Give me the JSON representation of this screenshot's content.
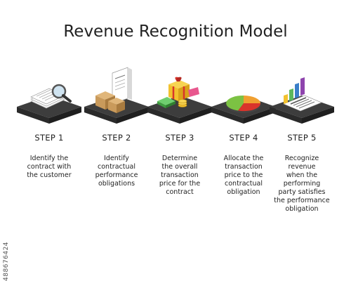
{
  "title": "Revenue Recognition Model",
  "steps": [
    {
      "label": "STEP 1",
      "description": "Identify the\ncontract with\nthe customer",
      "icon": "contract-magnifier-icon"
    },
    {
      "label": "STEP 2",
      "description": "Identify\ncontractual\nperformance\nobligations",
      "icon": "boxes-document-icon"
    },
    {
      "label": "STEP 3",
      "description": "Determine\nthe overall\ntransaction\nprice for the\ncontract",
      "icon": "gift-money-icon"
    },
    {
      "label": "STEP 4",
      "description": "Allocate the\ntransaction\nprice to the\ncontractual\nobligation",
      "icon": "pie-chart-icon"
    },
    {
      "label": "STEP 5",
      "description": "Recognize\nrevenue\nwhen the\nperforming\nparty satisfies\nthe performance\nobligation",
      "icon": "bar-chart-report-icon"
    }
  ],
  "colors": {
    "platform_top": "#3d3d3d",
    "platform_side": "#1f1f1f",
    "pie_green": "#7cc243",
    "pie_orange": "#f0a030",
    "pie_red": "#d9342b",
    "bar_blue": "#3a7ec8",
    "bar_green": "#5cb85c",
    "bar_purple": "#8e44ad",
    "gift_yellow": "#f2c12e",
    "money_green": "#4caf50",
    "box_tan": "#c99a5b"
  },
  "watermark_id": "488676424"
}
